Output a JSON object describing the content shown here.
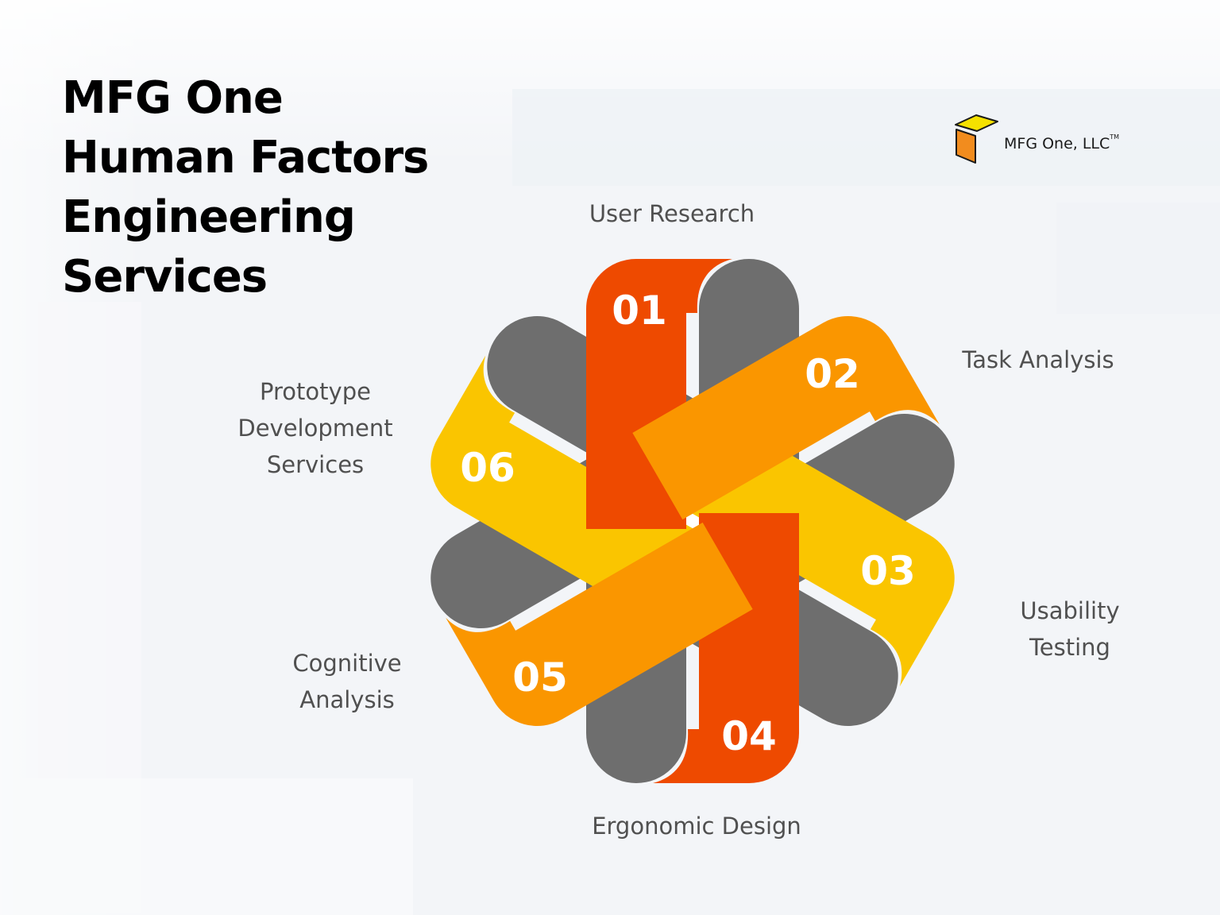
{
  "title": {
    "lines": [
      "MFG One",
      "Human Factors",
      "Engineering",
      "Services"
    ]
  },
  "logo": {
    "text": "MFG One, LLC",
    "trademark": "TM",
    "icon": "box-logo-icon",
    "colors": {
      "top": "#F5E100",
      "side": "#F28C1E"
    }
  },
  "colors": {
    "red": "#EE4A00",
    "orange": "#FA9600",
    "yellow": "#FAC500",
    "gray": "#6E6E6E",
    "label_text": "#505050",
    "background": "#F3F5F8"
  },
  "services": [
    {
      "number": "01",
      "label_lines": [
        "User Research"
      ],
      "color": "#EE4A00"
    },
    {
      "number": "02",
      "label_lines": [
        "Task Analysis"
      ],
      "color": "#FA9600"
    },
    {
      "number": "03",
      "label_lines": [
        "Usability",
        "Testing"
      ],
      "color": "#FAC500"
    },
    {
      "number": "04",
      "label_lines": [
        "Ergonomic Design"
      ],
      "color": "#EE4A00"
    },
    {
      "number": "05",
      "label_lines": [
        "Cognitive",
        "Analysis"
      ],
      "color": "#FA9600"
    },
    {
      "number": "06",
      "label_lines": [
        "Prototype",
        "Development",
        "Services"
      ],
      "color": "#FAC500"
    }
  ]
}
